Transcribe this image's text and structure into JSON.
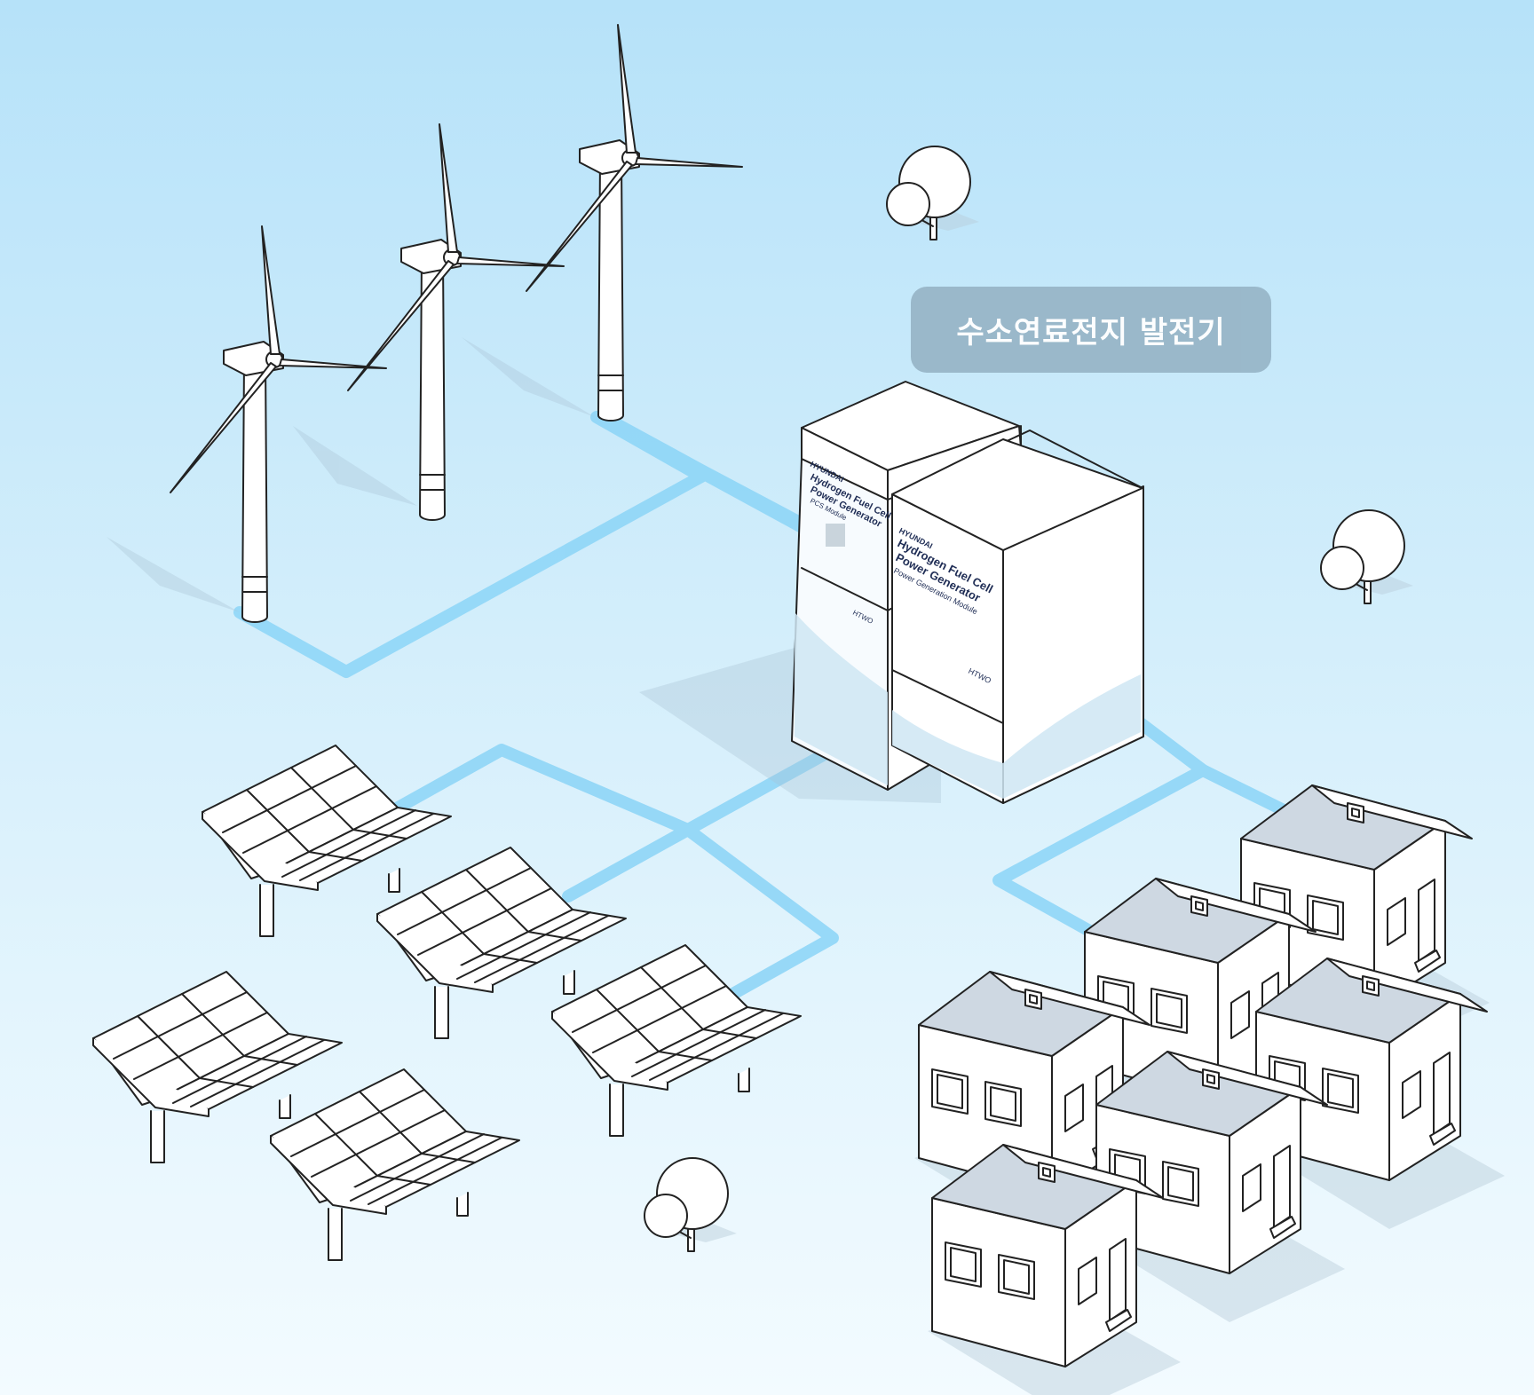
{
  "callout": {
    "label": "수소연료전지 발전기"
  },
  "generator": {
    "brand": "HYUNDAI",
    "left_unit": {
      "title_line1": "Hydrogen Fuel Cell",
      "title_line2": "Power Generator",
      "module": "PCS Module",
      "sub_brand": "HTWO"
    },
    "right_unit": {
      "title_line1": "Hydrogen Fuel Cell",
      "title_line2": "Power Generator",
      "module": "Power Generation Module",
      "sub_brand": "HTWO"
    }
  },
  "colors": {
    "sky_top": "#b6e2f9",
    "sky_bottom": "#f3fbff",
    "power_line": "#8fd6f7",
    "roof": "#ced8e2",
    "callout_bg": "#98b6c8",
    "shadow": "#a9c3d3"
  }
}
